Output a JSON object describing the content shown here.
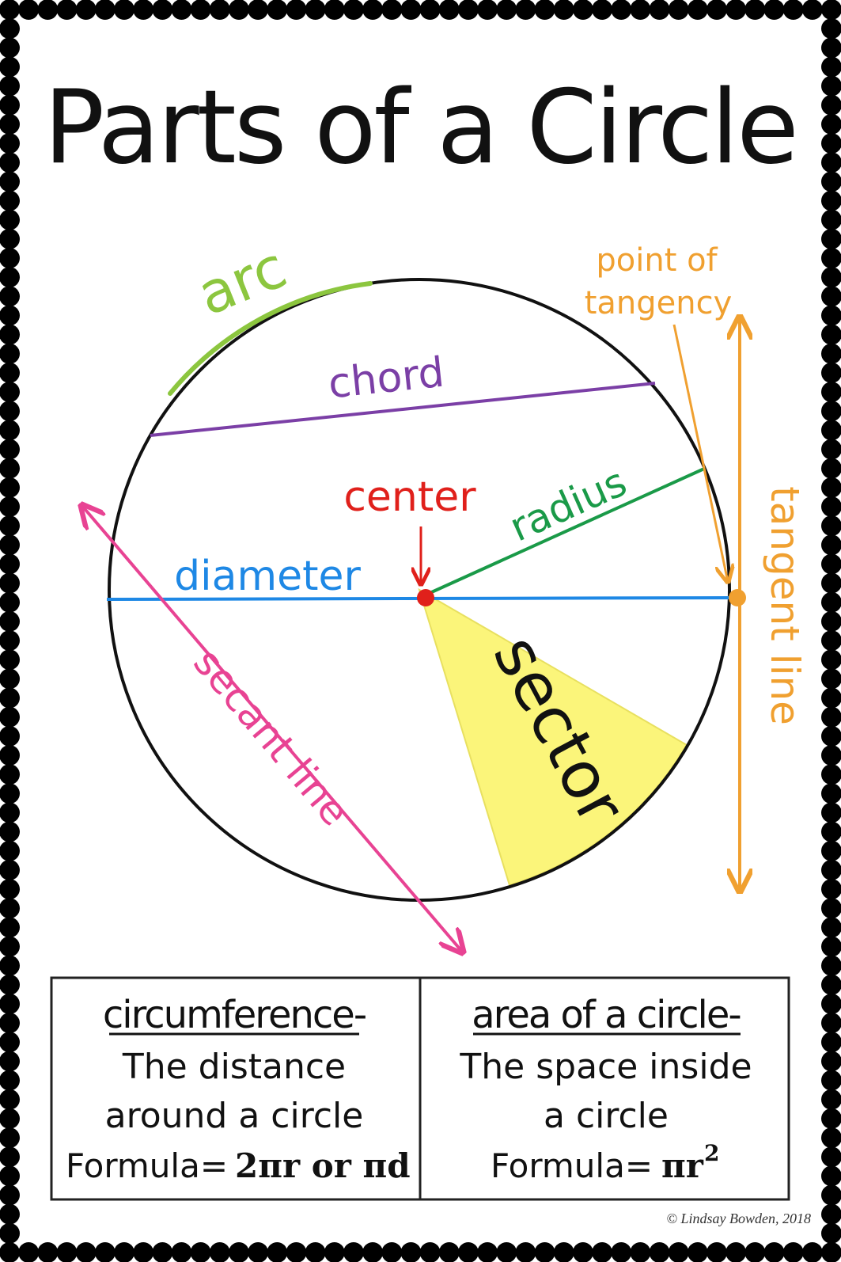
{
  "title": "Parts of a Circle",
  "labels": {
    "arc": "arc",
    "chord": "chord",
    "center": "center",
    "radius": "radius",
    "diameter": "diameter",
    "secant": "secant line",
    "sector": "sector",
    "tangent": "tangent line",
    "point_of_tangency_1": "point of",
    "point_of_tangency_2": "tangency"
  },
  "circumference_box": {
    "heading": "circumference-",
    "line1": "The distance",
    "line2": "around a circle",
    "formula_label": "Formula=",
    "formula": "2πr or πd"
  },
  "area_box": {
    "heading": "area of a circle-",
    "line1": "The space inside",
    "line2": "a circle",
    "formula_label": "Formula=",
    "formula_base": "πr",
    "formula_exp": "2"
  },
  "credit": "© Lindsay Bowden, 2018",
  "colors": {
    "arc": "#8cc63f",
    "chord": "#7b3fa6",
    "center": "#e0201b",
    "radius": "#1a9a48",
    "diameter": "#1e88e5",
    "secant": "#e84393",
    "sector_fill": "#fbf57a",
    "tangent": "#f0a030",
    "border": "#000000"
  },
  "icons": {
    "border": "scalloped-dot-border",
    "center_marker": "red-dot",
    "tangent_marker": "orange-dot"
  }
}
